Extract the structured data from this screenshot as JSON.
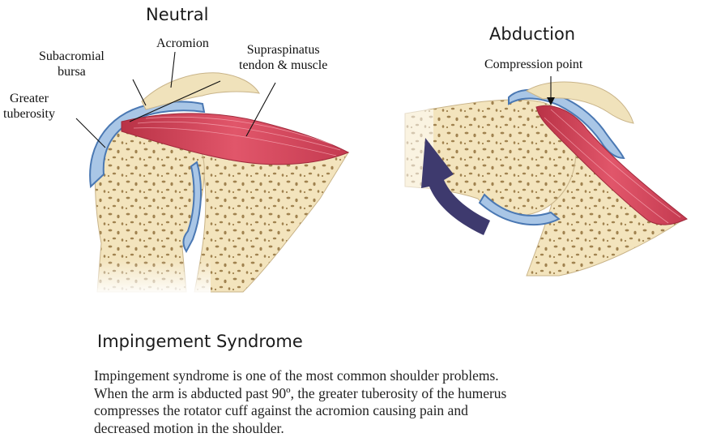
{
  "panels": {
    "neutral": {
      "title": "Neutral",
      "labels": {
        "acromion": "Acromion",
        "subacromial_line1": "Subacromial",
        "subacromial_line2": "bursa",
        "supraspinatus_line1": "Supraspinatus",
        "supraspinatus_line2": "tendon & muscle",
        "greater_line1": "Greater",
        "greater_line2": "tuberosity"
      }
    },
    "abduction": {
      "title": "Abduction",
      "labels": {
        "compression": "Compression point"
      }
    }
  },
  "description": {
    "title": "Impingement Syndrome",
    "lines": [
      "Impingement syndrome is one of the most common shoulder problems.",
      "When the arm is abducted past 90º, the greater tuberosity of the humerus",
      "compresses the rotator cuff against the acromion causing pain and",
      "decreased motion in the shoulder."
    ]
  },
  "colors": {
    "bone": "#f3e4bd",
    "bone_spots": "#9b7d4c",
    "cartilage": "#a9c6e6",
    "cartilage_edge": "#4a78b3",
    "muscle": "#d9455c",
    "arrow": "#3e3a6e"
  }
}
